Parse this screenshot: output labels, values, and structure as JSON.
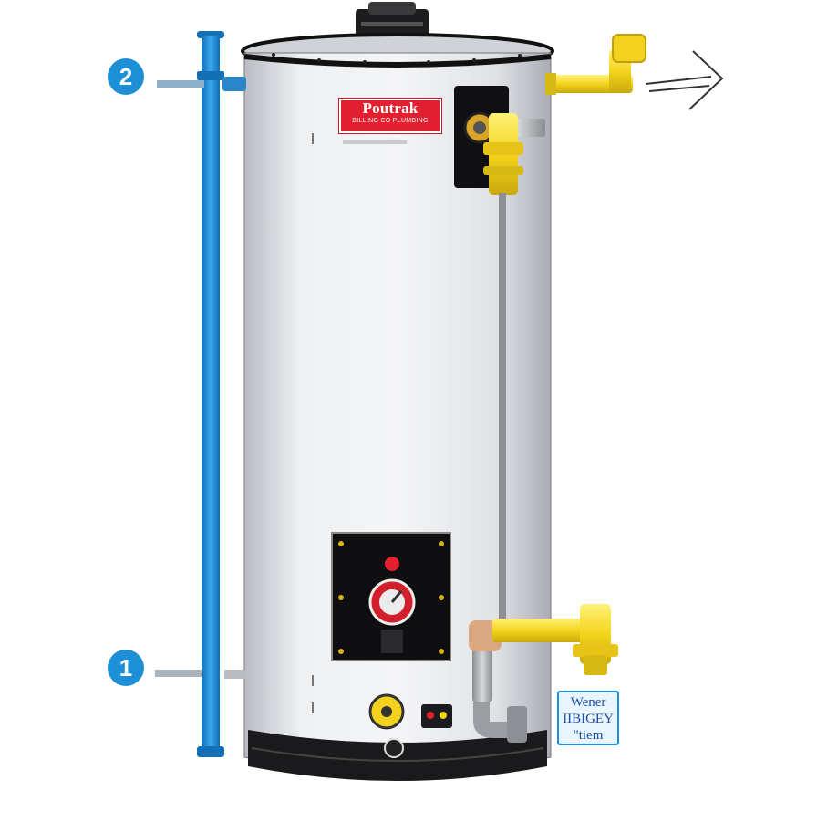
{
  "brand": {
    "name": "Poutrak",
    "subtitle": "BILLING CO PLUMBING"
  },
  "callouts": [
    {
      "label": "2"
    },
    {
      "label": "1"
    }
  ],
  "tag": {
    "lines": [
      "Wener",
      "IIBIGEY",
      "\"tiem"
    ]
  },
  "colors": {
    "tank_body": "#e3e5e8",
    "tank_trim": "#111111",
    "cold_pipe": "#1f8fd8",
    "gas_pipe": "#f2d21f",
    "brand_red": "#e32030",
    "callout_blue": "#1d8fd6"
  },
  "icons": [
    "arrow-right-icon",
    "thermostat-dial-icon",
    "gas-valve-icon",
    "drain-valve-icon"
  ]
}
